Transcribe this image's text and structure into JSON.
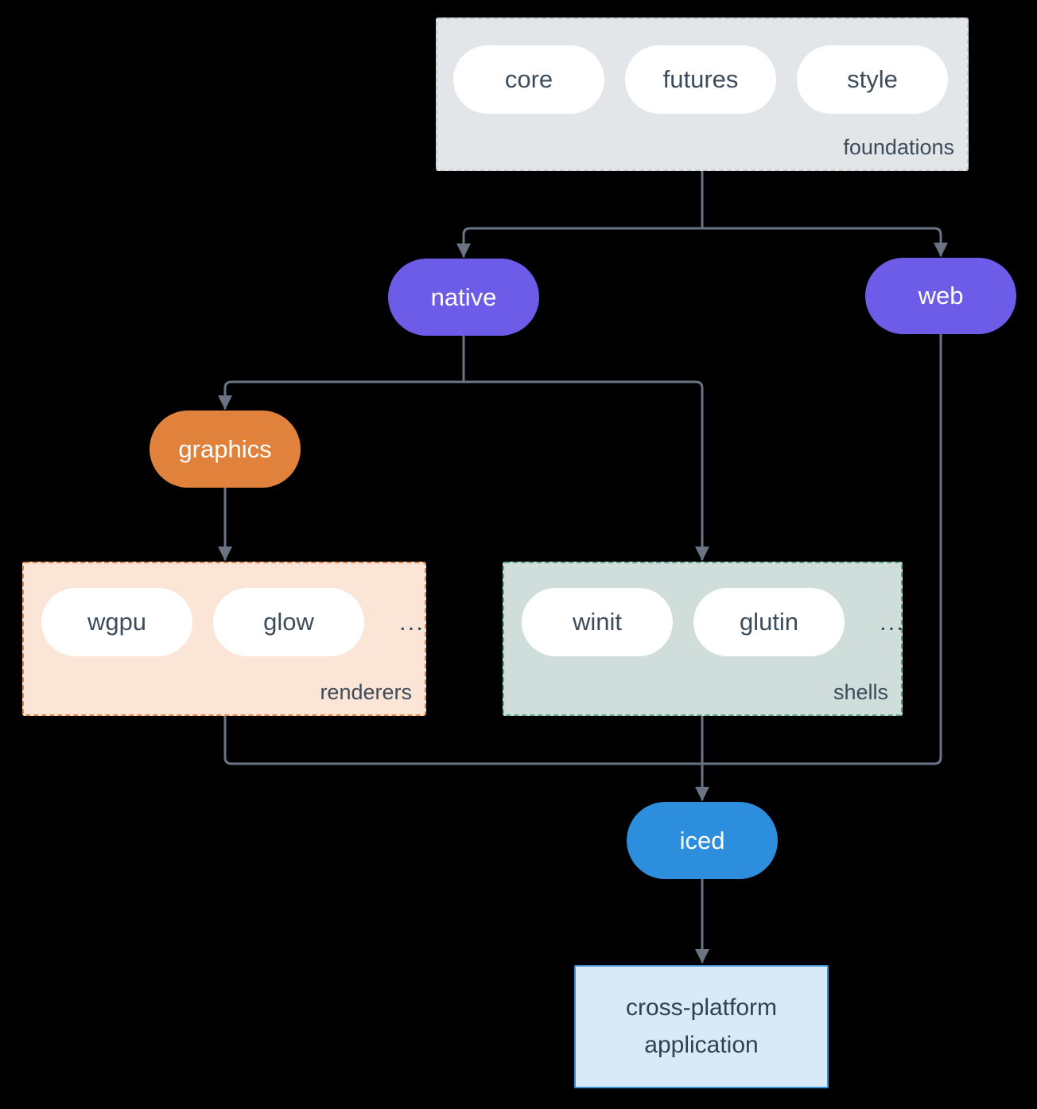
{
  "colors": {
    "background": "#000000",
    "arrow": "#6b7484",
    "foundations_fill": "#e2e6e9",
    "foundations_border": "#c2c9cf",
    "renderers_fill": "#fbe5d6",
    "renderers_border": "#e0823c",
    "shells_fill": "#cfdeda",
    "shells_border": "#57a48b",
    "purple": "#6c5ce8",
    "orange": "#e0823c",
    "blue": "#2e8ede",
    "app_fill": "#d8e9f8",
    "app_border": "#3e8ed0",
    "pill_fill": "#ffffff",
    "text_dark": "#3d4c5a",
    "text_light": "#ffffff"
  },
  "groups": {
    "foundations": {
      "label": "foundations",
      "pills": [
        "core",
        "futures",
        "style"
      ]
    },
    "renderers": {
      "label": "renderers",
      "pills": [
        "wgpu",
        "glow"
      ],
      "more": "..."
    },
    "shells": {
      "label": "shells",
      "pills": [
        "winit",
        "glutin"
      ],
      "more": "..."
    }
  },
  "nodes": {
    "native": "native",
    "web": "web",
    "graphics": "graphics",
    "iced": "iced",
    "app": "cross-platform application"
  }
}
